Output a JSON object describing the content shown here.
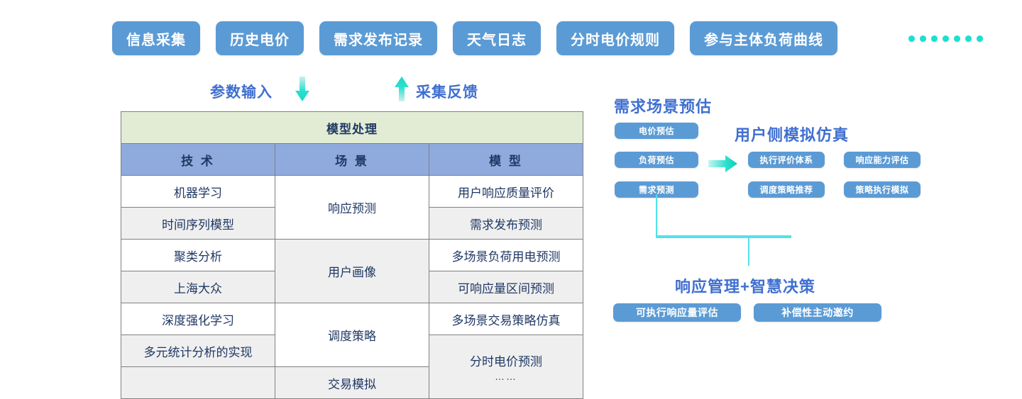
{
  "top_buttons": [
    {
      "label": "信息采集"
    },
    {
      "label": "历史电价"
    },
    {
      "label": "需求发布记录"
    },
    {
      "label": "天气日志"
    },
    {
      "label": "分时电价规则"
    },
    {
      "label": "参与主体负荷曲线"
    }
  ],
  "dots_count": 7,
  "arrows": {
    "param_input_label": "参数输入",
    "collect_feedback_label": "采集反馈",
    "down_arrow_icon": "arrow-down-icon",
    "up_arrow_icon": "arrow-up-icon"
  },
  "table": {
    "title": "模型处理",
    "headers": [
      "技 术",
      "场 景",
      "模 型"
    ],
    "tech": [
      "机器学习",
      "时间序列模型",
      "聚类分析",
      "上海大众",
      "深度强化学习",
      "多元统计分析的实现"
    ],
    "scene": [
      "响应预测",
      "用户画像",
      "调度策略",
      "交易模拟"
    ],
    "model": [
      "用户响应质量评价",
      "需求发布预测",
      "多场景负荷用电预测",
      "可响应量区间预测",
      "多场景交易策略仿真",
      "分时电价预测"
    ],
    "model_last_ellipsis": "……"
  },
  "right_panel": {
    "demand_title": "需求场景预估",
    "user_sim_title": "用户侧模拟仿真",
    "response_mgmt_title": "响应管理+智慧决策",
    "demand_boxes": [
      "电价预估",
      "负荷预估",
      "需求预测"
    ],
    "user_sim_boxes": [
      "执行评价体系",
      "响应能力评估",
      "调度策略推荐",
      "策略执行模拟"
    ],
    "response_boxes": [
      "可执行响应量评估",
      "补偿性主动邀约"
    ],
    "flow_arrow_icon": "arrow-right-icon"
  },
  "colors": {
    "pill_blue": "#5b9bd5",
    "header_blue": "#8faadc",
    "title_green": "#e2ecd5",
    "text_navy": "#1f3864",
    "accent_blue": "#3f6fd0",
    "cyan": "#19e0d2",
    "shade_gray": "#efefef"
  }
}
